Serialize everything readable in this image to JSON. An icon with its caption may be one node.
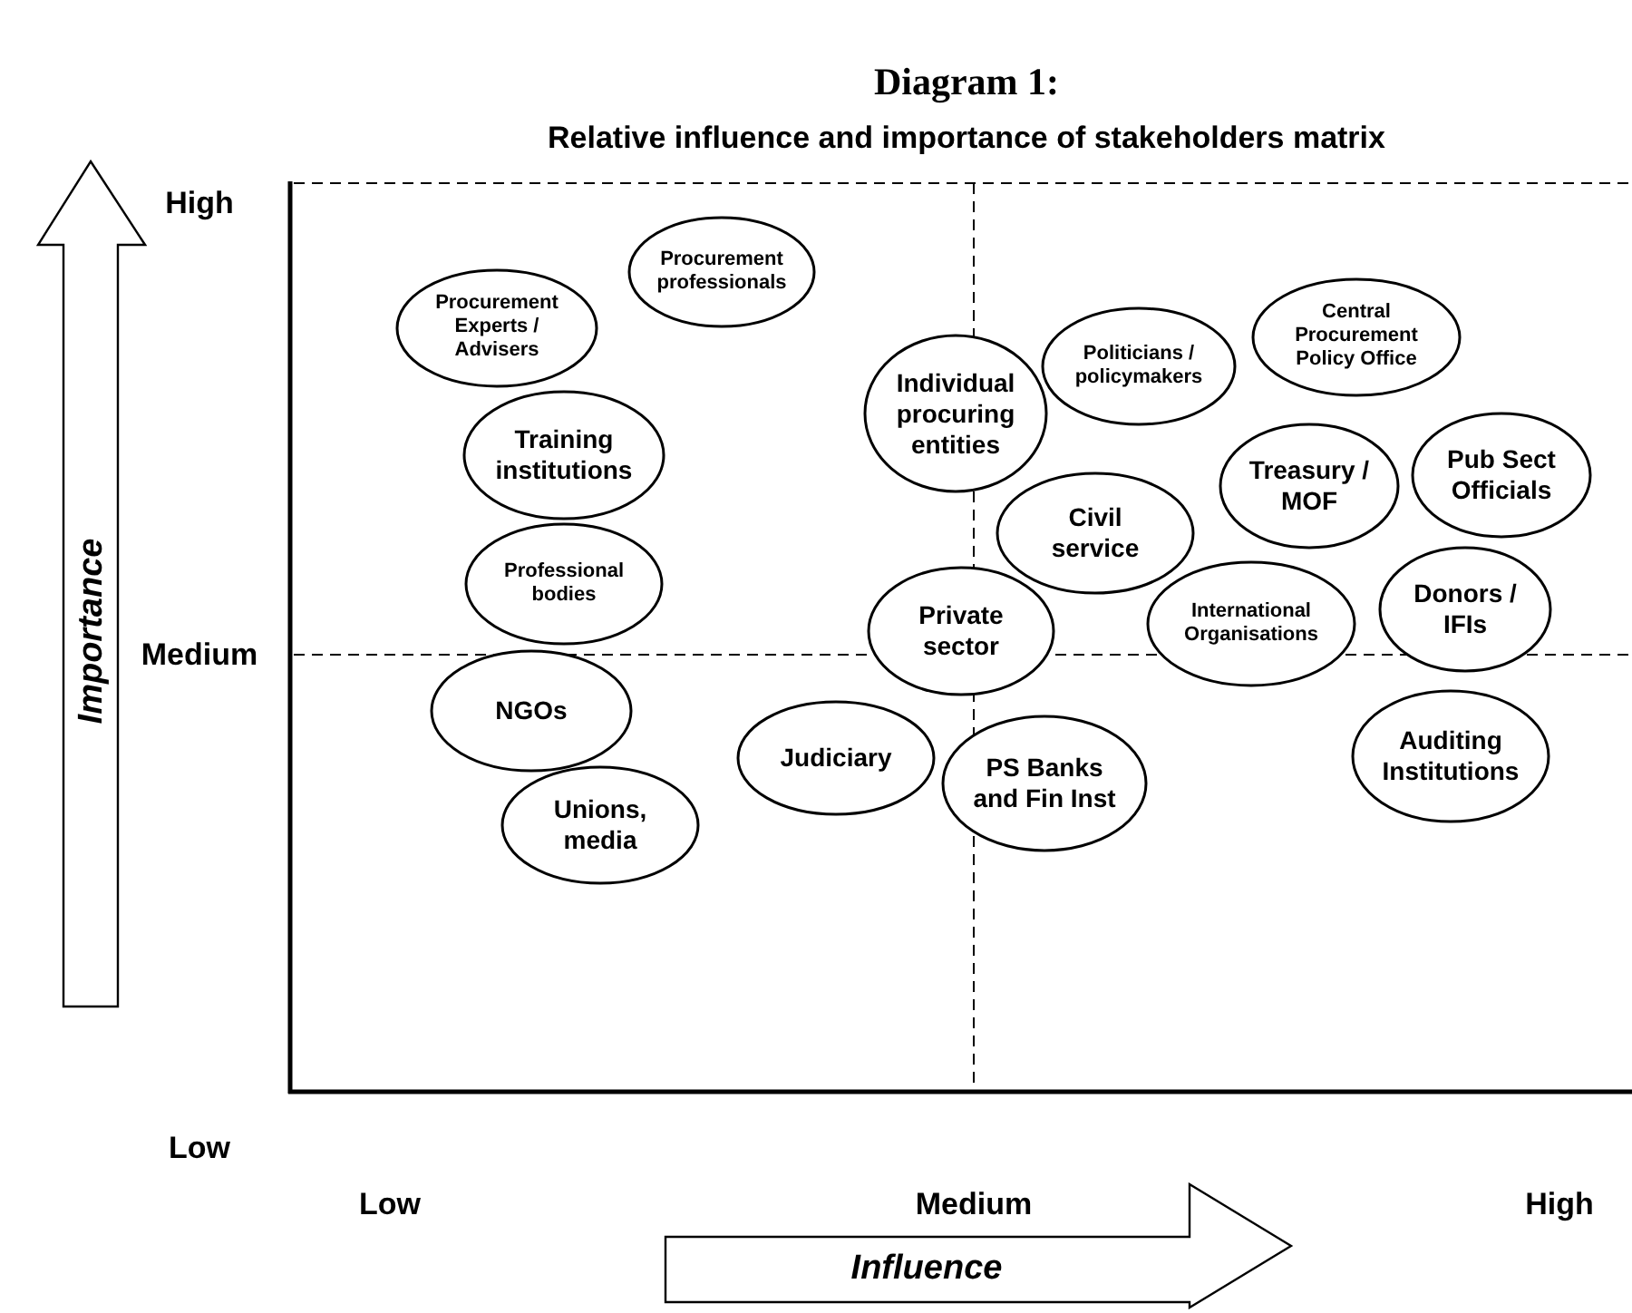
{
  "diagram": {
    "title": "Diagram 1:",
    "nodes": [
      {
        "text": [
          "Procurement professionals"
        ]
      },
      {
        "text": [
          "Procurement Experts / Advisers"
        ]
      },
      {
        "text": [
          "Politicians / policymakers"
        ]
      },
      {
        "text": [
          "Central Procurement Policy Office"
        ]
      },
      {
        "text": [
          "Individual procuring entities"
        ]
      },
      {
        "text": [
          "Pub Sect Officials"
        ]
      },
      {
        "text": [
          "Training institutions"
        ]
      },
      {
        "text": [
          "Treasury / MOF"
        ]
      },
      {
        "text": [
          "Civil service"
        ]
      },
      {
        "text": [
          "Professional bodies"
        ]
      },
      {
        "text": [
          "International Organisations"
        ]
      },
      {
        "text": [
          "Donors / IFIs"
        ]
      },
      {
        "text": [
          "Private sector"
        ]
      },
      {
        "text": [
          "NGOs"
        ]
      },
      {
        "text": [
          "Judiciary"
        ]
      },
      {
        "text": [
          "Auditing Institutions"
        ]
      },
      {
        "text": [
          "PS Banks and Fin Inst"
        ]
      },
      {
        "text": [
          "Unions, media"
        ]
      },
      {
        "text": [
          "Importance"
        ]
      },
      {
        "text": [
          "Influence"
        ]
      }
    ],
    "labels": [
      "Relative influence and importance of stakeholders matrix",
      "High",
      "Medium",
      "Low",
      "Low",
      "Medium",
      "High"
    ]
  }
}
